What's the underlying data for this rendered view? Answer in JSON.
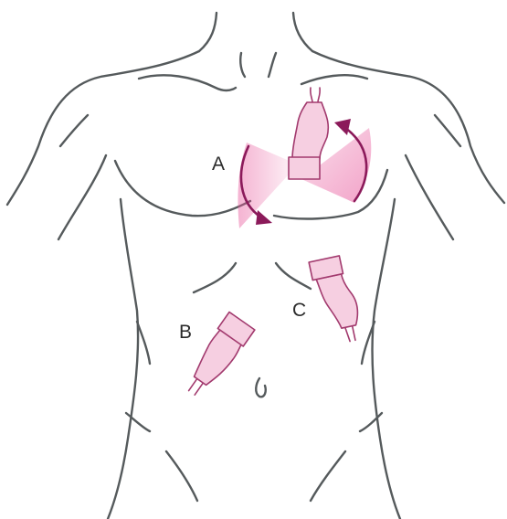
{
  "labels": {
    "a": "A",
    "b": "B",
    "c": "C"
  },
  "colors": {
    "outline": "#555a5c",
    "probe_fill": "#f6cfe1",
    "probe_stroke": "#a23a6e",
    "sector_fill": "#e8579b",
    "arrow": "#8b1a5a"
  },
  "icons": {
    "torso": "torso-outline-icon",
    "probe": "ultrasound-probe-icon",
    "rotation": "rotation-arrow-icon"
  }
}
